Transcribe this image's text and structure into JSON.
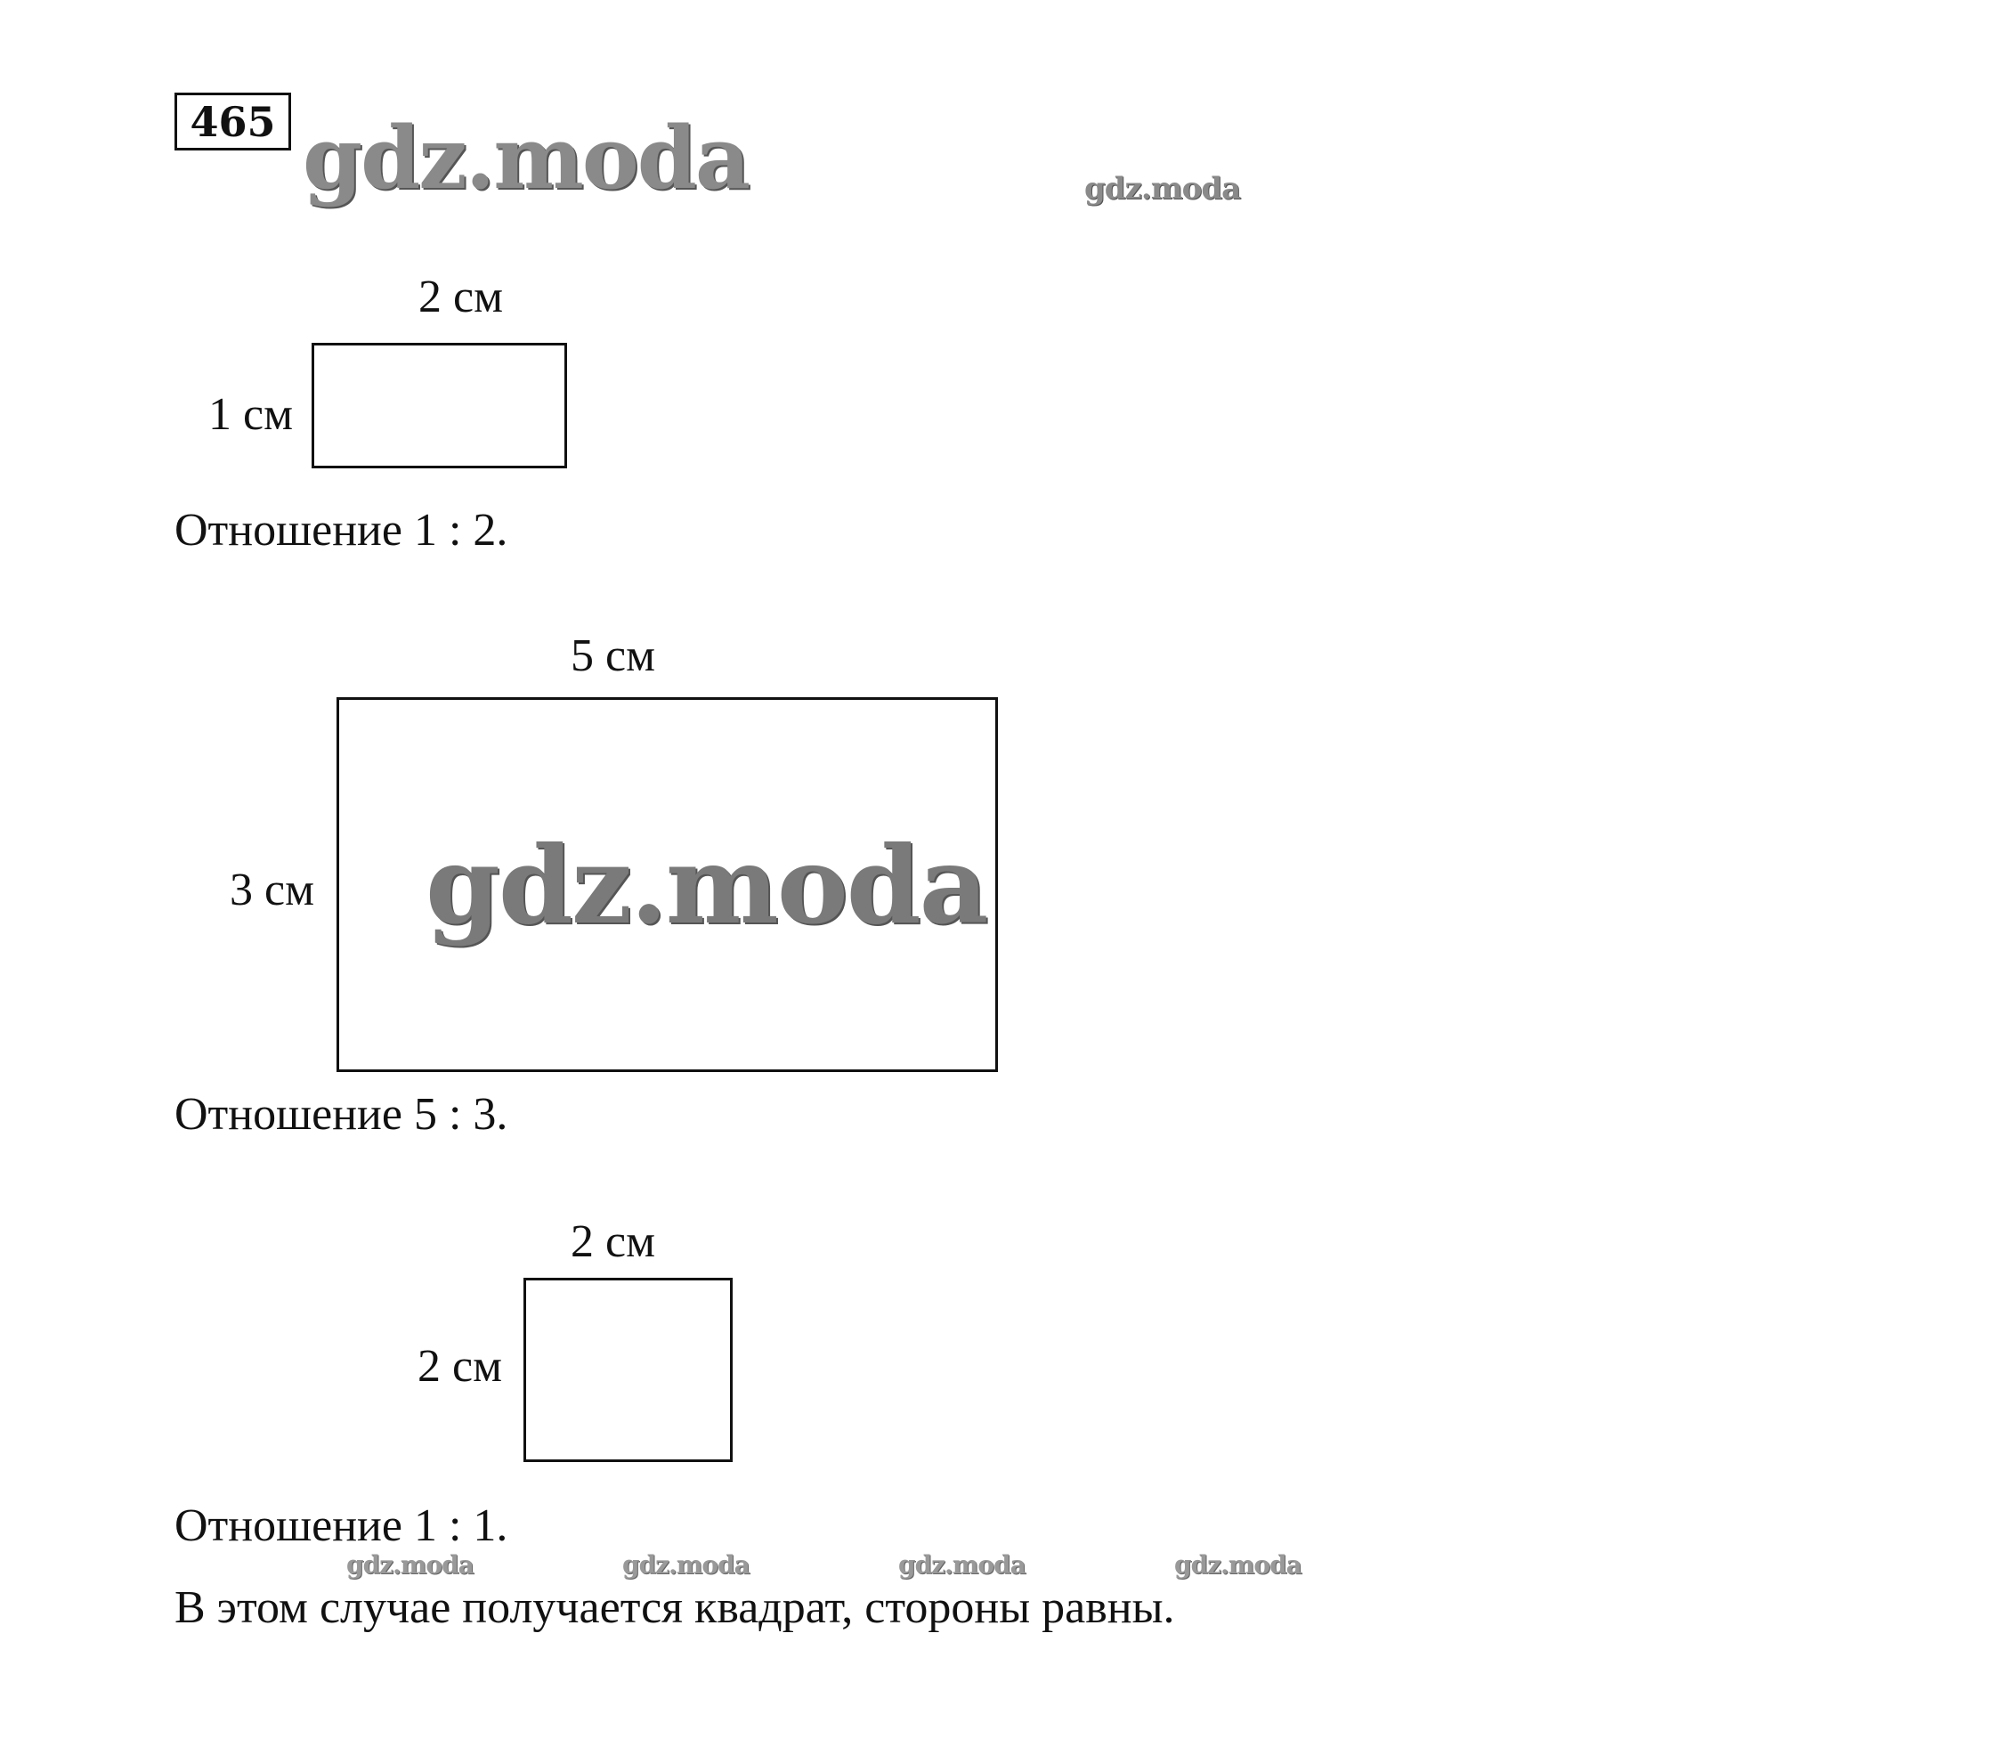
{
  "problem_number": "465",
  "watermark": "gdz.moda",
  "figures": [
    {
      "top_label": "2 см",
      "side_label": "1 см",
      "ratio": "Отношение 1 : 2."
    },
    {
      "top_label": "5 см",
      "side_label": "3 см",
      "ratio": "Отношение 5 : 3."
    },
    {
      "top_label": "2 см",
      "side_label": "2 см",
      "ratio": "Отношение 1 : 1."
    }
  ],
  "conclusion": "В этом случае получается квадрат, стороны равны."
}
